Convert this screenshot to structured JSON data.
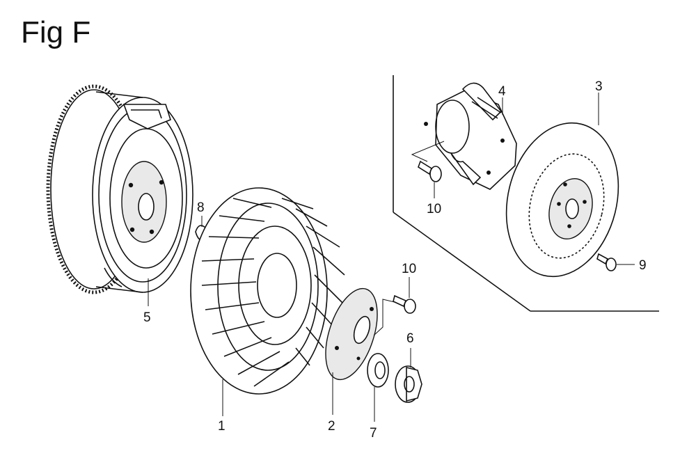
{
  "figure": {
    "title": "Fig F"
  },
  "callouts": {
    "p1": "1",
    "p2": "2",
    "p3": "3",
    "p4": "4",
    "p5": "5",
    "p6": "6",
    "p7": "7",
    "p8": "8",
    "p9": "9",
    "p10a": "10",
    "p10b": "10"
  }
}
